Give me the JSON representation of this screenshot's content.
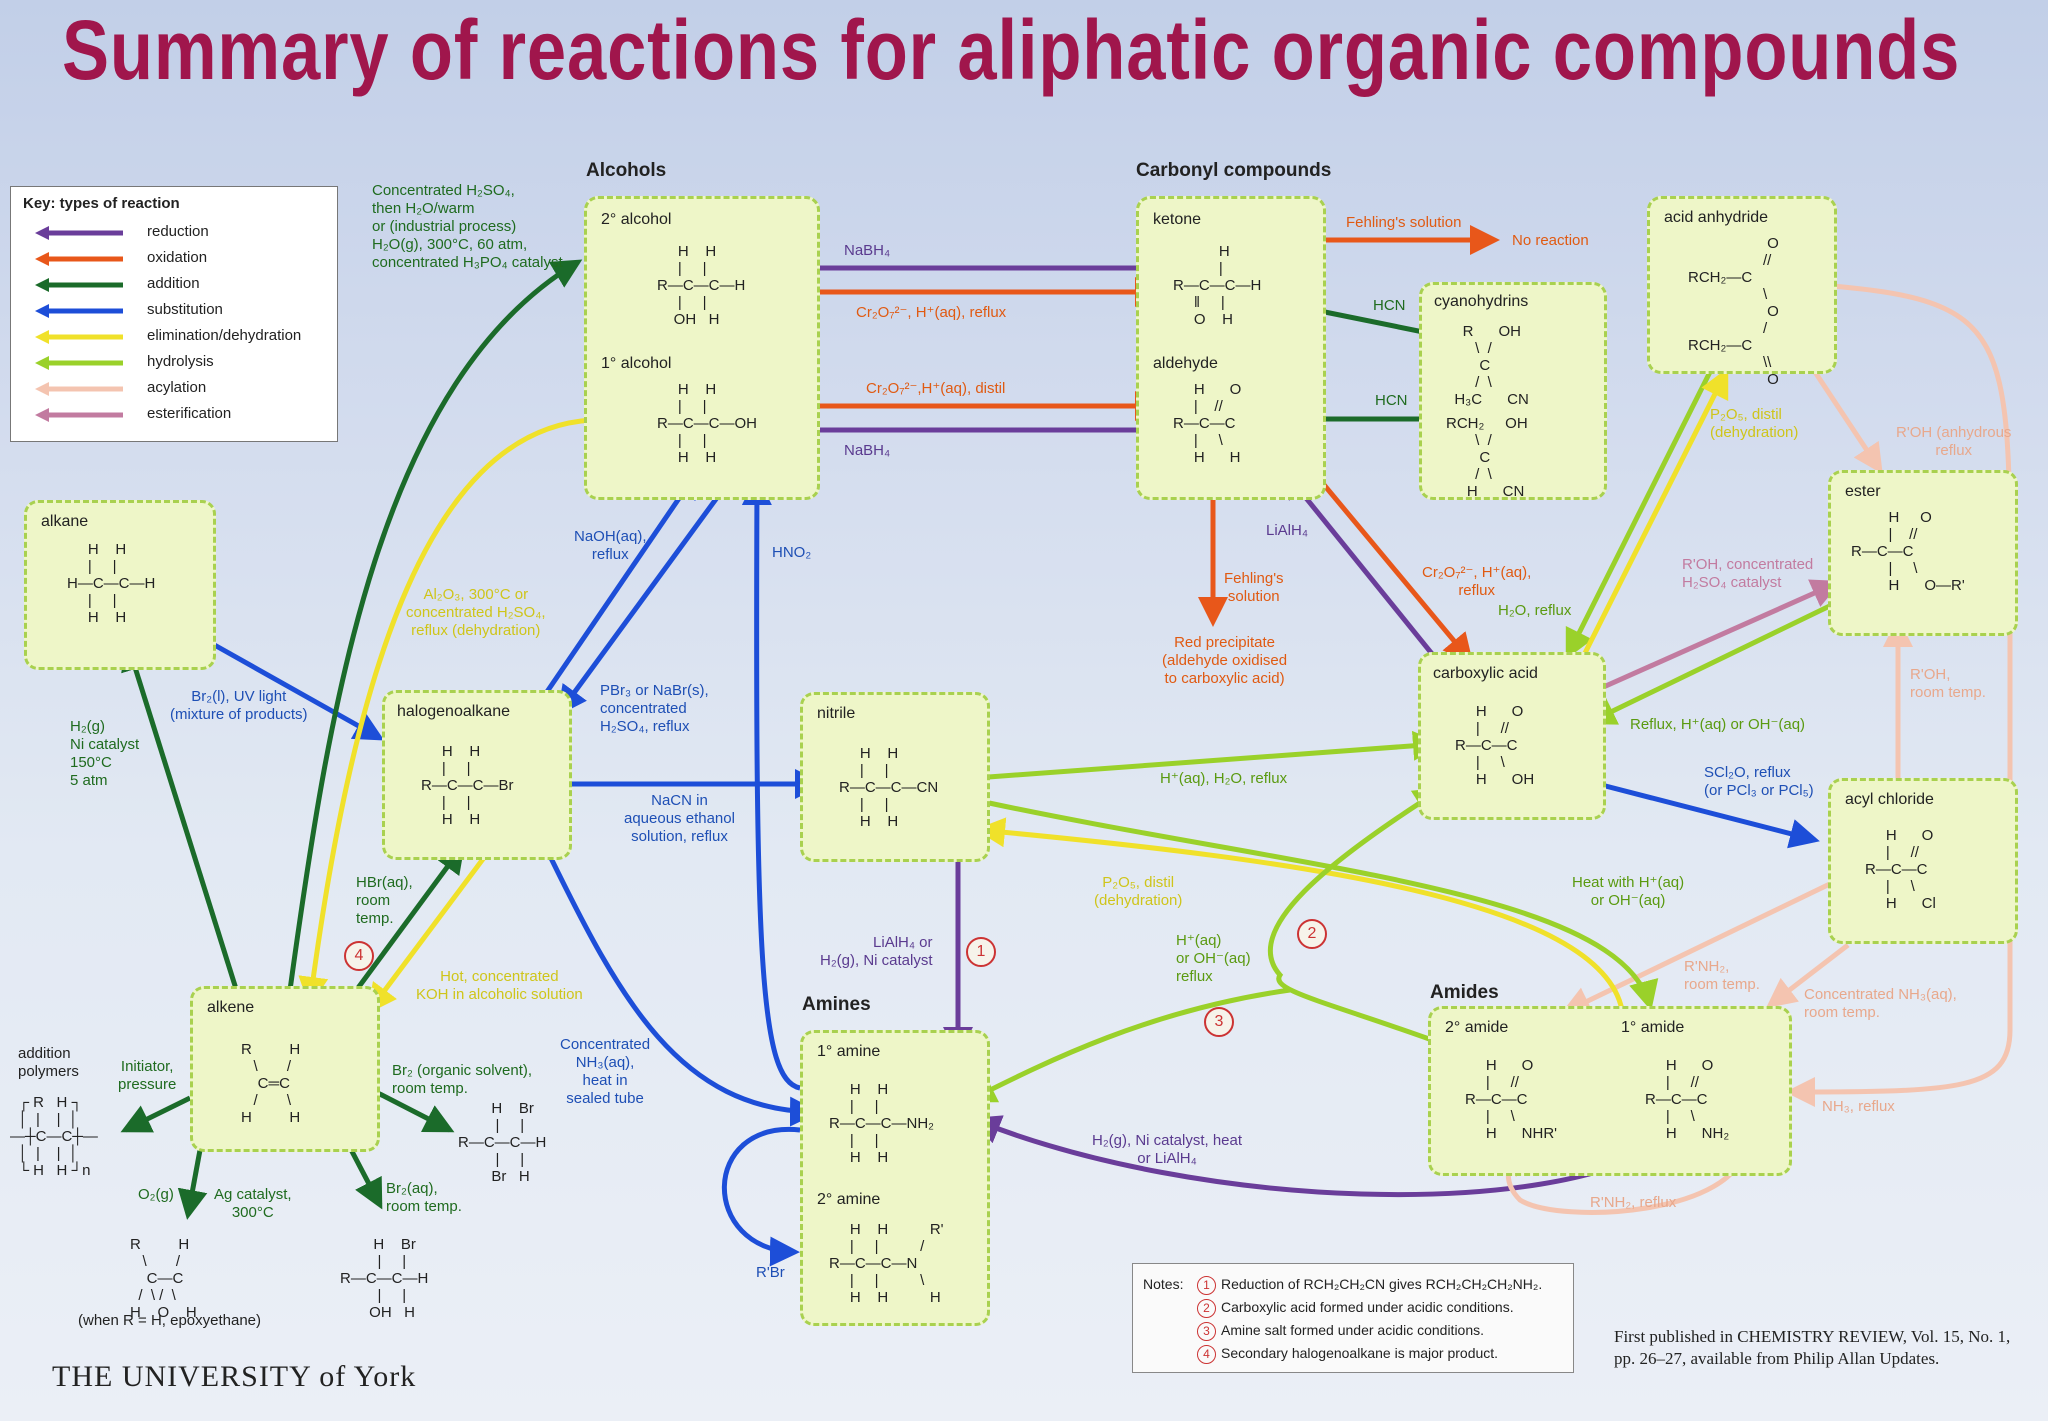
{
  "title": "Summary of reactions for aliphatic organic compounds",
  "colors": {
    "reduction": "#6a3d9a",
    "oxidation": "#e8571a",
    "addition": "#1b6b2a",
    "substitution": "#1d4ed8",
    "elimination": "#f0e12a",
    "hydrolysis": "#9ad12a",
    "acylation": "#f4c4b0",
    "esterification": "#c27ba0",
    "box_fill": "#eef6c8",
    "box_border": "#a9d14f",
    "title": "#a0164c"
  },
  "key": {
    "title": "Key: types of reaction",
    "items": [
      {
        "label": "reduction",
        "color": "#6a3d9a"
      },
      {
        "label": "oxidation",
        "color": "#e8571a"
      },
      {
        "label": "addition",
        "color": "#1b6b2a"
      },
      {
        "label": "substitution",
        "color": "#1d4ed8"
      },
      {
        "label": "elimination/dehydration",
        "color": "#f0e12a"
      },
      {
        "label": "hydrolysis",
        "color": "#9ad12a"
      },
      {
        "label": "acylation",
        "color": "#f4c4b0"
      },
      {
        "label": "esterification",
        "color": "#c27ba0"
      }
    ]
  },
  "groups": {
    "alcohols": "Alcohols",
    "carbonyl": "Carbonyl compounds",
    "amines": "Amines",
    "amides": "Amides"
  },
  "boxes": {
    "sec_alcohol": "2° alcohol",
    "prim_alcohol": "1° alcohol",
    "ketone": "ketone",
    "aldehyde": "aldehyde",
    "cyanohydrins": "cyanohydrins",
    "acid_anhydride": "acid anhydride",
    "ester": "ester",
    "carboxylic_acid": "carboxylic acid",
    "acyl_chloride": "acyl chloride",
    "alkane": "alkane",
    "halogenoalkane": "halogenoalkane",
    "nitrile": "nitrile",
    "alkene": "alkene",
    "prim_amine": "1° amine",
    "sec_amine": "2° amine",
    "sec_amide": "2° amide",
    "prim_amide": "1° amide"
  },
  "conditions": {
    "conc_h2so4": "Concentrated H₂SO₄,\nthen H₂O/warm\nor (industrial process)\nH₂O(g), 300°C, 60 atm,\nconcentrated H₃PO₄ catalyst",
    "nabh4_1": "NaBH₄",
    "nabh4_2": "NaBH₄",
    "cr_reflux": "Cr₂O₇²⁻, H⁺(aq), reflux",
    "cr_distil": "Cr₂O₇²⁻,H⁺(aq), distil",
    "fehling_1": "Fehling's solution",
    "no_reaction": "No reaction",
    "hcn_1": "HCN",
    "hcn_2": "HCN",
    "fehling_2": "Fehling's\nsolution",
    "red_ppt": "Red precipitate\n(aldehyde oxidised\nto carboxylic acid)",
    "lialh4": "LiAlH₄",
    "cr_acid": "Cr₂O₇²⁻, H⁺(aq),\nreflux",
    "h2o_reflux": "H₂O, reflux",
    "p2o5_1": "P₂O₅, distil\n(dehydration)",
    "roh_anhydrous": "R'OH (anhydrous\nreflux",
    "roh_conc": "R'OH, concentrated\nH₂SO₄ catalyst",
    "roh_room": "R'OH,\nroom temp.",
    "reflux_h": "Reflux, H⁺(aq) or OH⁻(aq)",
    "scl2o": "SCl₂O, reflux\n(or PCl₃ or PCl₅)",
    "h_h2o_reflux": "H⁺(aq), H₂O, reflux",
    "al2o3": "Al₂O₃, 300°C or\nconcentrated H₂SO₄,\nreflux (dehydration)",
    "naoh": "NaOH(aq),\nreflux",
    "hno2": "HNO₂",
    "pbr3": "PBr₃ or NaBr(s),\nconcentrated\nH₂SO₄, reflux",
    "br2_uv": "Br₂(l), UV light\n(mixture of products)",
    "h2_ni": "H₂(g)\nNi catalyst\n150°C\n5 atm",
    "nacn": "NaCN in\naqueous ethanol\nsolution, reflux",
    "p2o5_2": "P₂O₅, distil\n(dehydration)",
    "heat_h": "Heat with H⁺(aq)\nor OH⁻(aq)",
    "lialh4_h2": "LiAlH₄ or\nH₂(g), Ni catalyst",
    "h_oh_reflux": "H⁺(aq)\nor OH⁻(aq)\nreflux",
    "hbr": "HBr(aq),\nroom\ntemp.",
    "hot_koh": "Hot, concentrated\nKOH in alcoholic solution",
    "conc_nh3": "Concentrated\nNH₃(aq),\nheat in\nsealed tube",
    "rnh2_room": "R'NH₂,\nroom temp.",
    "conc_nh3_room": "Concentrated NH₃(aq),\nroom temp.",
    "nh3_reflux": "NH₃, reflux",
    "h2_ni_heat": "H₂(g), Ni catalyst, heat\nor LiAlH₄",
    "rnh2_reflux": "R'NH₂, reflux",
    "rbr": "R'Br",
    "initiator": "Initiator,\npressure",
    "addition_polymers": "addition\npolymers",
    "br2_org": "Br₂ (organic solvent),\nroom temp.",
    "o2": "O₂(g)",
    "ag": "Ag catalyst,\n300°C",
    "br2_aq": "Br₂(aq),\nroom temp.",
    "epoxy": "(when R = H, epoxyethane)"
  },
  "notes": {
    "label": "Notes:",
    "items": [
      {
        "n": "1",
        "text": "Reduction of RCH₂CH₂CN gives RCH₂CH₂CH₂NH₂."
      },
      {
        "n": "2",
        "text": "Carboxylic acid formed under acidic conditions."
      },
      {
        "n": "3",
        "text": "Amine salt formed under acidic conditions."
      },
      {
        "n": "4",
        "text": "Secondary halogenoalkane is major product."
      }
    ]
  },
  "markers": [
    "1",
    "2",
    "3",
    "4"
  ],
  "footer": {
    "university": "THE UNIVERSITY of York",
    "publication": "First published in CHEMISTRY REVIEW, Vol. 15, No. 1,\npp. 26–27, available from Philip Allan Updates."
  }
}
